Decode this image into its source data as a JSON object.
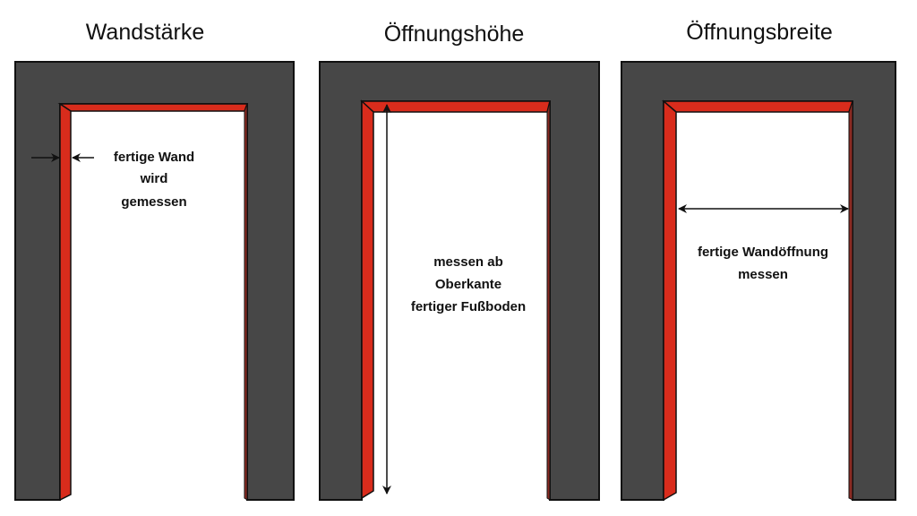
{
  "colors": {
    "wall": "#474747",
    "frame": "#d92c1c",
    "outline": "#111111"
  },
  "panels": [
    {
      "title": "Wandstärke",
      "label_lines": [
        "fertige Wand",
        "wird",
        "gemessen"
      ]
    },
    {
      "title": "Öffnungshöhe",
      "label_lines": [
        "messen ab",
        "Oberkante",
        "fertiger Fußboden"
      ]
    },
    {
      "title": "Öffnungsbreite",
      "label_lines": [
        "fertige Wandöffnung",
        "messen"
      ]
    }
  ]
}
